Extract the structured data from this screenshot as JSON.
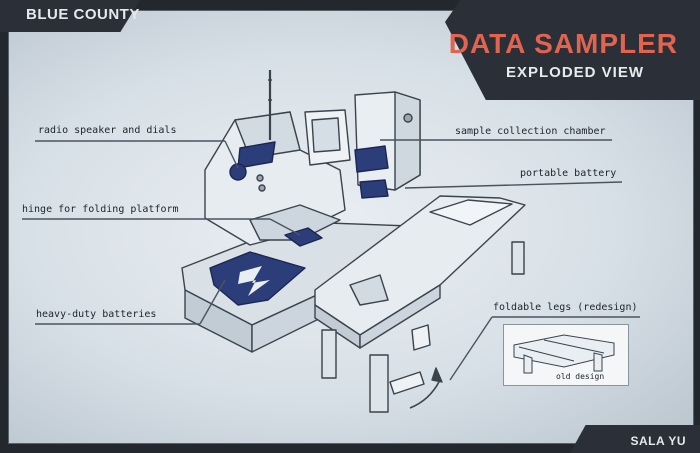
{
  "header": {
    "county_label": "BLUE COUNTY",
    "title": "DATA SAMPLER",
    "subtitle": "EXPLODED VIEW"
  },
  "footer": {
    "author": "SALA YU"
  },
  "callouts": {
    "radio": "radio speaker and dials",
    "hinge": "hinge for folding platform",
    "batteries": "heavy-duty batteries",
    "chamber": "sample collection chamber",
    "battery": "portable battery",
    "legs": "foldable legs (redesign)"
  },
  "inset": {
    "caption": "old design"
  },
  "colors": {
    "accent_title": "#e2634e",
    "panel_blue": "#2c3e7a",
    "frame_dark": "#2b3038"
  }
}
